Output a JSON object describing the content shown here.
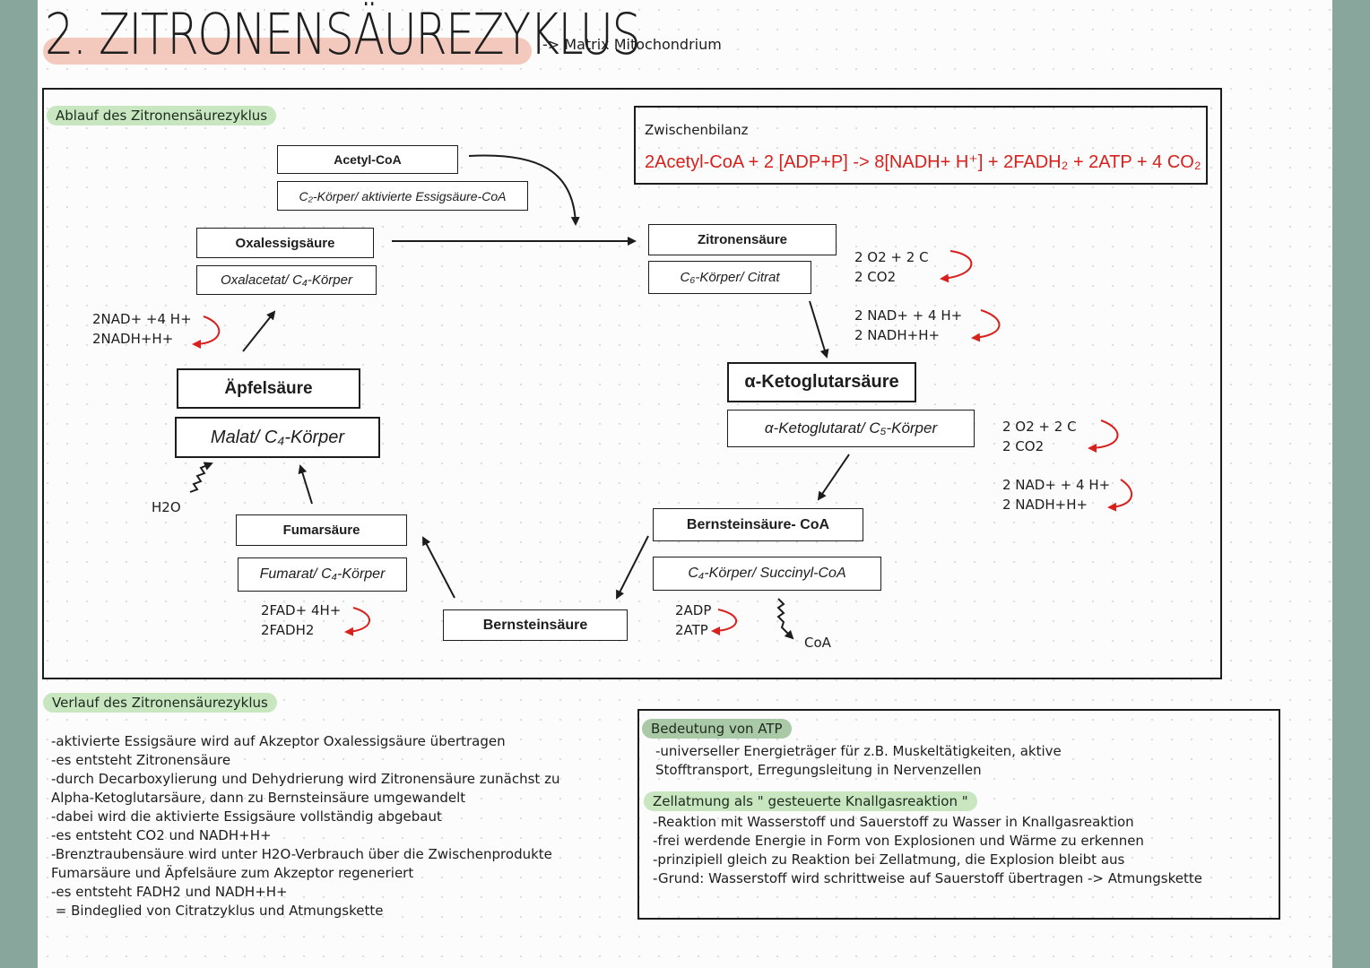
{
  "header": {
    "title": "2. ZITRONENSÄUREZYKLUS",
    "subtitle": "-> Matrix Mitochondrium"
  },
  "cycle": {
    "section_label": "Ablauf des Zitronensäurezyklus",
    "summary": {
      "label": "Zwischenbilanz",
      "equation": "2Acetyl-CoA + 2 [ADP+P] -> 8[NADH+ H⁺] + 2FADH₂ + 2ATP + 4 CO₂"
    },
    "boxes": {
      "acetyl_name": "Acetyl-CoA",
      "acetyl_desc": "C₂-Körper/ aktivierte Essigsäure-CoA",
      "oxal_name": "Oxalessigsäure",
      "oxal_desc": "Oxalacetat/ C₄-Körper",
      "zitro_name": "Zitronensäure",
      "zitro_desc": "C₆-Körper/ Citrat",
      "keto_name": "α-Ketoglutarsäure",
      "keto_desc": "α-Ketoglutarat/ C₅-Körper",
      "bern_coa_name": "Bernsteinsäure- CoA",
      "bern_coa_desc": "C₄-Körper/ Succinyl-CoA",
      "bern_name": "Bernsteinsäure",
      "fumar_name": "Fumarsäure",
      "fumar_desc": "Fumarat/ C₄-Körper",
      "apfel_name": "Äpfelsäure",
      "apfel_desc": "Malat/ C₄-Körper"
    },
    "notes": {
      "zitro_co2_a": "2 O2 + 2 C",
      "zitro_co2_b": "2 CO2",
      "zitro_nad_a": "2 NAD+ + 4 H+",
      "zitro_nad_b": "2 NADH+H+",
      "keto_co2_a": "2 O2 + 2 C",
      "keto_co2_b": "2 CO2",
      "keto_nad_a": "2 NAD+ + 4 H+",
      "keto_nad_b": "2 NADH+H+",
      "atp_a": "2ADP",
      "atp_b": "2ATP",
      "coa": "CoA",
      "fad_a": "2FAD+ 4H+",
      "fad_b": "2FADH2",
      "h2o": "H2O",
      "malat_nad_a": "2NAD+ +4 H+",
      "malat_nad_b": "2NADH+H+"
    }
  },
  "verlauf": {
    "label": "Verlauf des Zitronensäurezyklus",
    "lines": [
      "-aktivierte Essigsäure wird auf Akzeptor Oxalessigsäure übertragen",
      "-es entsteht Zitronensäure",
      "-durch Decarboxylierung und Dehydrierung wird Zitronensäure zunächst zu",
      "Alpha-Ketoglutarsäure, dann zu Bernsteinsäure umgewandelt",
      "-dabei wird die aktivierte Essigsäure vollständig abgebaut",
      "-es entsteht CO2 und NADH+H+",
      "-Brenztraubensäure wird unter H2O-Verbrauch über die Zwischenprodukte",
      "Fumarsäure und Äpfelsäure zum Akzeptor regeneriert",
      "-es entsteht FADH2 und NADH+H+",
      " = Bindeglied von Citratzyklus und Atmungskette"
    ]
  },
  "bedeutung": {
    "label": "Bedeutung von ATP",
    "lines": [
      "-universeller Energieträger für z.B. Muskeltätigkeiten, aktive",
      "Stofftransport, Erregungsleitung in Nervenzellen"
    ]
  },
  "zellatmung": {
    "label": "Zellatmung als \" gesteuerte Knallgasreaktion \"",
    "lines": [
      "-Reaktion mit Wasserstoff und Sauerstoff zu Wasser in Knallgasreaktion",
      "-frei werdende Energie in Form von Explosionen und Wärme zu erkennen",
      "-prinzipiell gleich zu Reaktion bei Zellatmung, die Explosion bleibt aus",
      "-Grund: Wasserstoff wird schrittweise auf Sauerstoff übertragen -> Atmungskette"
    ]
  },
  "colors": {
    "edge": "#88a69c",
    "highlight_pink": "#f3c9bd",
    "highlight_green": "#c8e6c0",
    "red": "#d8201c"
  }
}
